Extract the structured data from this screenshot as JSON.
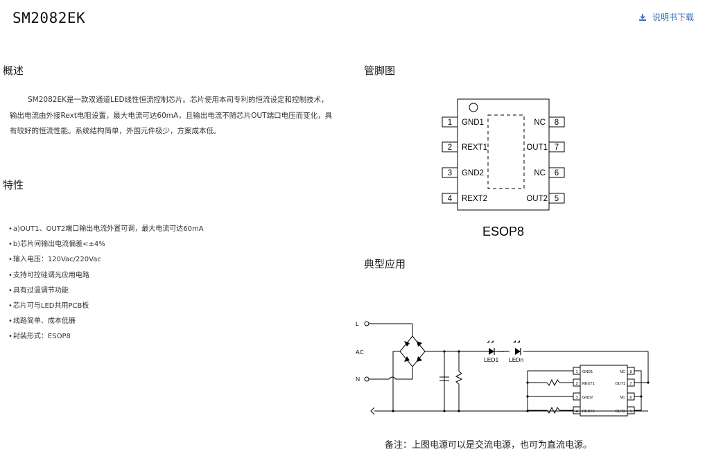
{
  "page": {
    "title": "SM2082EK",
    "download_label": "说明书下载",
    "download_icon": "download-icon"
  },
  "overview": {
    "heading": "概述",
    "text": "SM2082EK是一款双通道LED线性恒流控制芯片。芯片使用本司专利的恒流设定和控制技术，输出电流由外接Rext电阻设置，最大电流可达60mA，且输出电流不随芯片OUT端口电压而变化，具有较好的恒流性能。系统结构简单，外围元件极少，方案成本低。"
  },
  "features": {
    "heading": "特性",
    "items": [
      "a)OUT1、OUT2端口输出电流外置可调，最大电流可达60mA",
      "b)芯片间输出电流偏差<±4%",
      "输入电压：120Vac/220Vac",
      "支持可控硅调光应用电路",
      "具有过温调节功能",
      "芯片可与LED共用PCB板",
      "线路简单、成本低廉",
      "封装形式：ESOP8"
    ]
  },
  "pinout": {
    "heading": "管脚图",
    "package": "ESOP8",
    "left_pins": [
      {
        "num": "1",
        "name": "GND1"
      },
      {
        "num": "2",
        "name": "REXT1"
      },
      {
        "num": "3",
        "name": "GND2"
      },
      {
        "num": "4",
        "name": "REXT2"
      }
    ],
    "right_pins": [
      {
        "num": "8",
        "name": "NC"
      },
      {
        "num": "7",
        "name": "OUT1"
      },
      {
        "num": "6",
        "name": "NC"
      },
      {
        "num": "5",
        "name": "OUT2"
      }
    ]
  },
  "application": {
    "heading": "典型应用",
    "labels": {
      "l": "L",
      "ac": "AC",
      "n": "N",
      "led1": "LED1",
      "ledn": "LEDn",
      "dots": "······"
    },
    "chip_left_pins": [
      {
        "num": "1",
        "name": "GND1"
      },
      {
        "num": "2",
        "name": "REXT1"
      },
      {
        "num": "3",
        "name": "GND2"
      },
      {
        "num": "4",
        "name": "REXT2"
      }
    ],
    "chip_right_pins": [
      {
        "num": "8",
        "name": "NC"
      },
      {
        "num": "7",
        "name": "OUT1"
      },
      {
        "num": "6",
        "name": "NC"
      },
      {
        "num": "5",
        "name": "OUT2"
      }
    ],
    "note": "备注：上图电源可以是交流电源，也可为直流电源。"
  }
}
